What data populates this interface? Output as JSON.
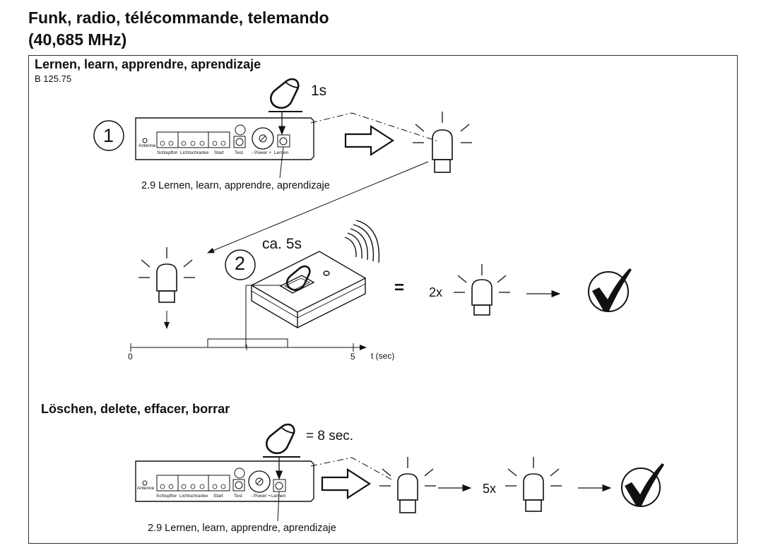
{
  "title_line1": "Funk, radio, télécommande, telemando",
  "title_line2": "(40,685 MHz)",
  "learn": {
    "heading": "Lernen, learn, apprendre, aprendizaje",
    "ref": "B 125.75",
    "step1": "1",
    "step2": "2",
    "press_duration": "1s",
    "hold_duration": "ca. 5s",
    "caption": "2.9 Lernen, learn, apprendre, aprendizaje",
    "equals": "=",
    "blink_count": "2x",
    "timeline": {
      "start": "0",
      "end": "5",
      "unit": "t (sec)"
    }
  },
  "control_unit": {
    "antenna": "Antenne",
    "terminal_1": "Schlupftor",
    "terminal_2": "Lichtschranke",
    "terminal_3": "Start",
    "test": "Test",
    "power": "- Power +",
    "learn_button": "Lernen"
  },
  "delete": {
    "heading": "Löschen, delete, effacer, borrar",
    "hold_duration": "= 8 sec.",
    "blink_count": "5x",
    "caption": "2.9 Lernen, learn, apprendre, aprendizaje"
  }
}
